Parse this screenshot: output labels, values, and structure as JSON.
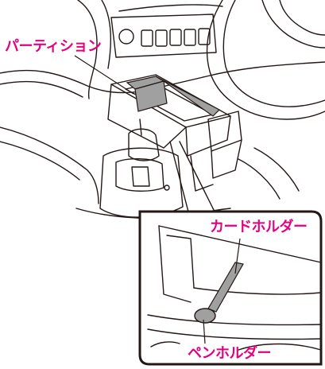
{
  "labels": {
    "partition": "パーティション",
    "card_holder": "カードホルダー",
    "pen_holder": "ペンホルダー"
  },
  "colors": {
    "label_text": "#e4007f",
    "line": "#231815",
    "highlight_fill": "#a0a0a0",
    "panel_fill": "#ffffff"
  }
}
